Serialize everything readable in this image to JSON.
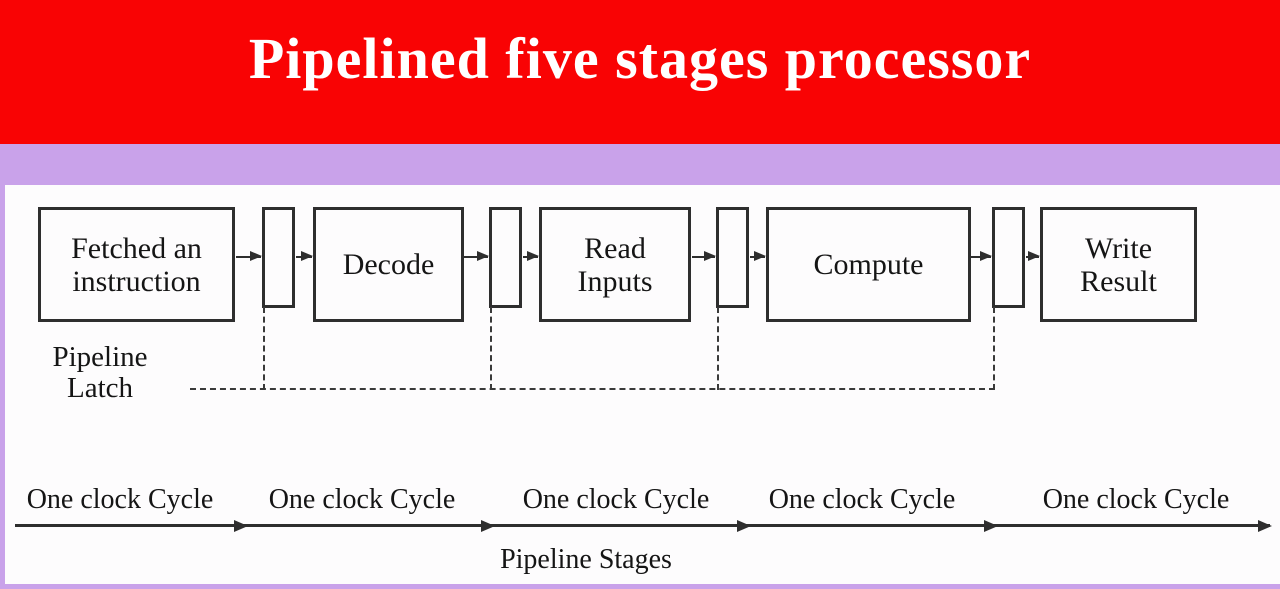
{
  "title": "Pipelined five stages processor",
  "colors": {
    "banner": "#f90304",
    "strip": "#c9a2ea",
    "bg": "#fdfcfd",
    "ink": "#2e2e2e",
    "titletext": "#ffffff"
  },
  "diagram": {
    "stages": [
      {
        "label": "Fetched an instruction"
      },
      {
        "label": "Decode"
      },
      {
        "label": "Read Inputs"
      },
      {
        "label": "Compute"
      },
      {
        "label": "Write Result"
      }
    ],
    "latch_label": "Pipeline Latch"
  },
  "timeline": {
    "cycle_label": "One clock Cycle",
    "caption": "Pipeline Stages"
  }
}
